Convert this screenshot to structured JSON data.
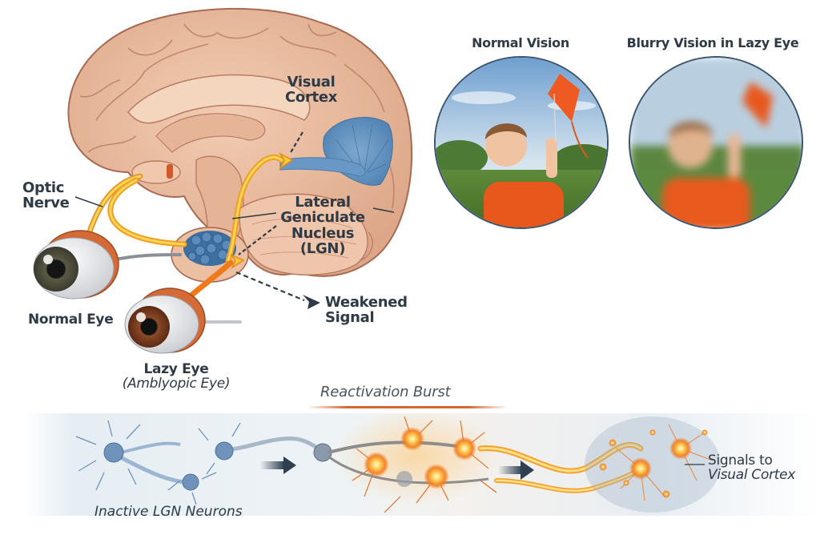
{
  "brain_diagram": {
    "labels": {
      "visual_cortex": [
        "Visual",
        "Cortex"
      ],
      "optic_nerve": [
        "Optic",
        "Nerve"
      ],
      "lgn": [
        "Lateral",
        "Geniculate",
        "Nucleus",
        "(LGN)"
      ],
      "weakened_signal": [
        "Weakened",
        "Signal"
      ],
      "normal_eye": "Normal Eye",
      "lazy_eye": "Lazy Eye",
      "lazy_eye_sub": "(Amblyopic Eye)"
    },
    "colors": {
      "brain": "#e8b79a",
      "brain_outline": "#a0604a",
      "visual_cortex": "#5d8fbf",
      "nerve_signal": "#f8a72a",
      "lgn_cells": "#3f6f9f",
      "iris_normal": "#4a4a3a",
      "iris_lazy": "#7a3a1e"
    }
  },
  "vision_comparison": {
    "normal": {
      "title": "Normal Vision"
    },
    "blurry": {
      "title": "Blurry Vision in Lazy Eye"
    }
  },
  "neuron_strip": {
    "burst_title": "Reactivation Burst",
    "inactive_label": "Inactive LGN Neurons",
    "signals_label": [
      "Signals to",
      "Visual Cortex"
    ],
    "colors": {
      "inactive": "#6f93bb",
      "active": "#f47a1f",
      "glow": "#ffd36a",
      "arrow": "#2f3f52"
    }
  }
}
